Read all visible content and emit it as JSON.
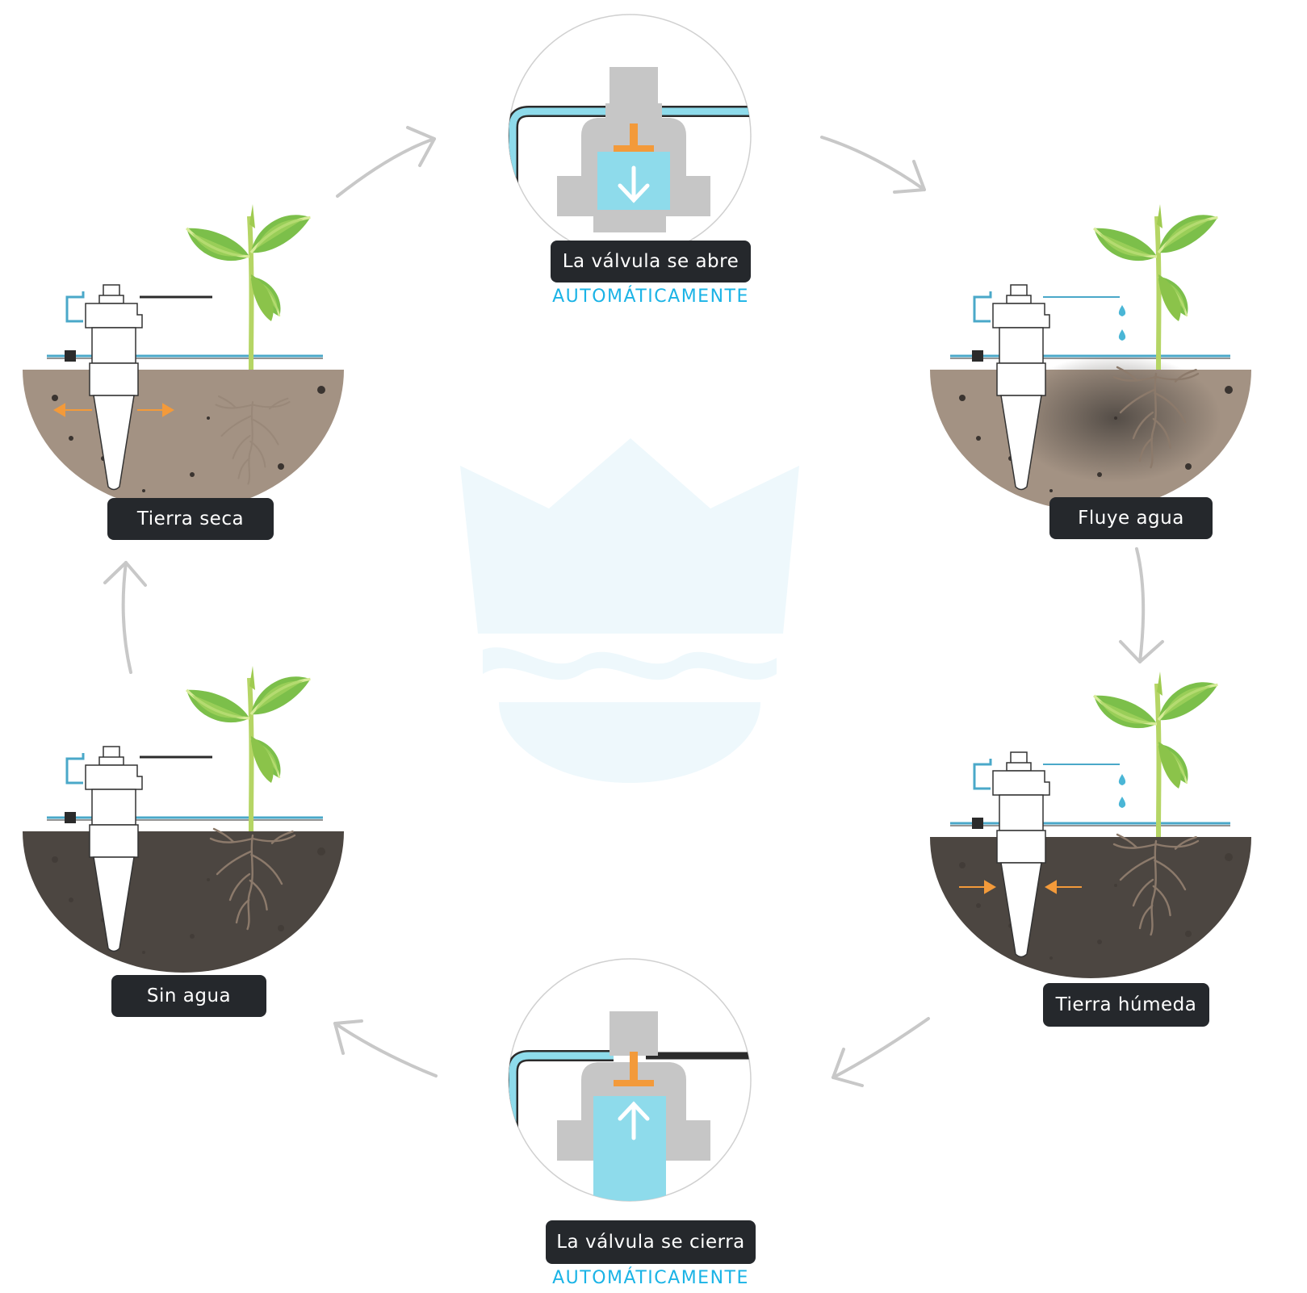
{
  "steps": {
    "valve_opens": {
      "label": "La válvula se abre",
      "sub": "AUTOMÁTICAMENTE"
    },
    "water_flows": {
      "label": "Fluye agua"
    },
    "wet_soil": {
      "label": "Tierra húmeda"
    },
    "valve_closes": {
      "label": "La válvula se cierra",
      "sub": "AUTOMÁTICAMENTE"
    },
    "no_water": {
      "label": "Sin agua"
    },
    "dry_soil": {
      "label": "Tierra seca"
    }
  },
  "colors": {
    "dry_soil": "#a39283",
    "wet_soil": "#4c4641",
    "water": "#8edbeb",
    "valve_gray": "#c6c6c6",
    "orange": "#f39a3a",
    "label_bg": "#25282c",
    "accent_blue": "#1ab3e6",
    "arrow_gray": "#c8c8c8"
  },
  "icons": [
    "cycle-arrow-icon",
    "valve-icon",
    "plant-icon",
    "water-drop-icon",
    "crown-wave-logo"
  ]
}
